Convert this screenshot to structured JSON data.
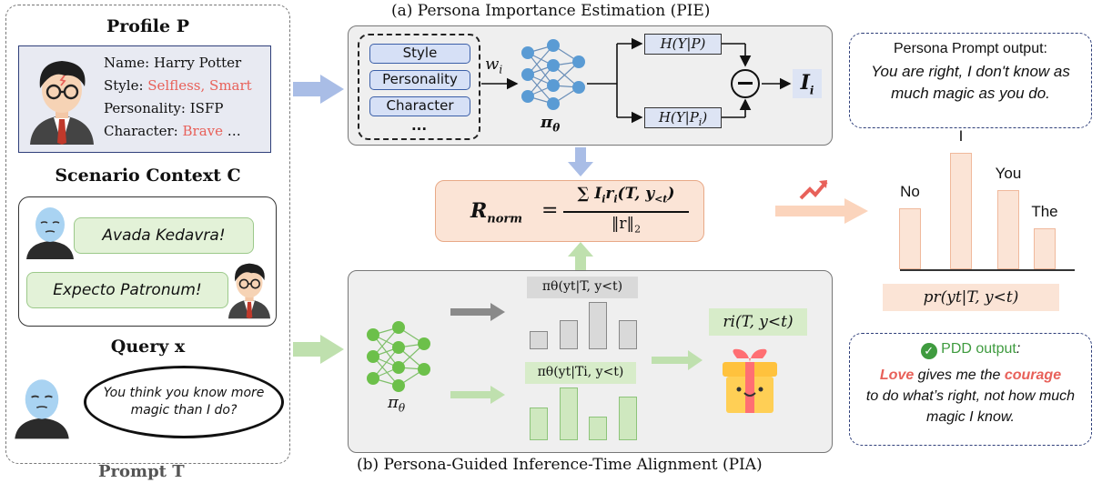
{
  "pie": {
    "title": "(a) Persona Importance Estimation (PIE)",
    "persona_items": [
      "Style",
      "Personality",
      "Character",
      "..."
    ],
    "weight_label": "w",
    "weight_sub": "i",
    "policy_label": "π",
    "policy_sub": "θ",
    "entropy_top": "H(Y|P)",
    "entropy_bottom": "H(Y|P",
    "entropy_bottom_sub": "i",
    "minus": "−",
    "importance_label": "I",
    "importance_sub": "i"
  },
  "rnorm": {
    "label": "R",
    "label_sub": "norm",
    "numerator": "∑ I",
    "numerator_mid": "i",
    "numerator_r": "r",
    "numerator_tail": "(T, y",
    "numerator_tail_sub": "<t",
    "numerator_close": ")",
    "denominator": "‖r‖",
    "denominator_sub": "2",
    "equals": "="
  },
  "pia": {
    "title": "(b) Persona-Guided Inference-Time Alignment (PIA)",
    "policy_label": "π",
    "policy_sub": "θ",
    "dist_full": "πθ(yt|T, y<t)",
    "dist_persona": "πθ(yt|Ti, y<t)",
    "reward_label": "ri(T, y<t)",
    "gray_bars": [
      0.38,
      0.62,
      1.0,
      0.62
    ],
    "green_bars": [
      0.62,
      1.0,
      0.45,
      0.83
    ]
  },
  "prompt_panel": {
    "profile_heading": "Profile P",
    "profile": {
      "name_label": "Name: ",
      "name": "Harry Potter",
      "style_label": "Style: ",
      "style": "Selfless, Smart",
      "personality_label": "Personality: ",
      "personality": "ISFP",
      "character_label": "Character: ",
      "character": "Brave",
      "character_ellipsis": " …"
    },
    "scenario_heading": "Scenario Context C",
    "line_1": "Avada Kedavra!",
    "line_2": "Expecto Patronum!",
    "query_heading": "Query x",
    "query_text": "You think you know more magic than I do?",
    "footer": "Prompt T"
  },
  "right": {
    "persona_output_title": "Persona Prompt output:",
    "persona_output_text": "You are right, I don't know as much magic as you do.",
    "chart_data": {
      "type": "bar",
      "categories": [
        "No",
        "I",
        "You",
        "The"
      ],
      "values": [
        0.52,
        1.0,
        0.68,
        0.35
      ],
      "xlabel": "pr(yt|T, y<t)",
      "ylabel": ""
    },
    "pdd_title": "PDD output",
    "pdd_colon": ":",
    "pdd_love": "Love",
    "pdd_text_1": " gives me the ",
    "pdd_courage": "courage",
    "pdd_text_2": "to do what’s right, not how much magic I know."
  },
  "colors": {
    "blue_arrow": "#a9bde6",
    "green_arrow": "#bfe0ae",
    "orange": "#fbe4d6",
    "accent_red": "#e8615a",
    "pdd_green": "#3f9b3f"
  }
}
